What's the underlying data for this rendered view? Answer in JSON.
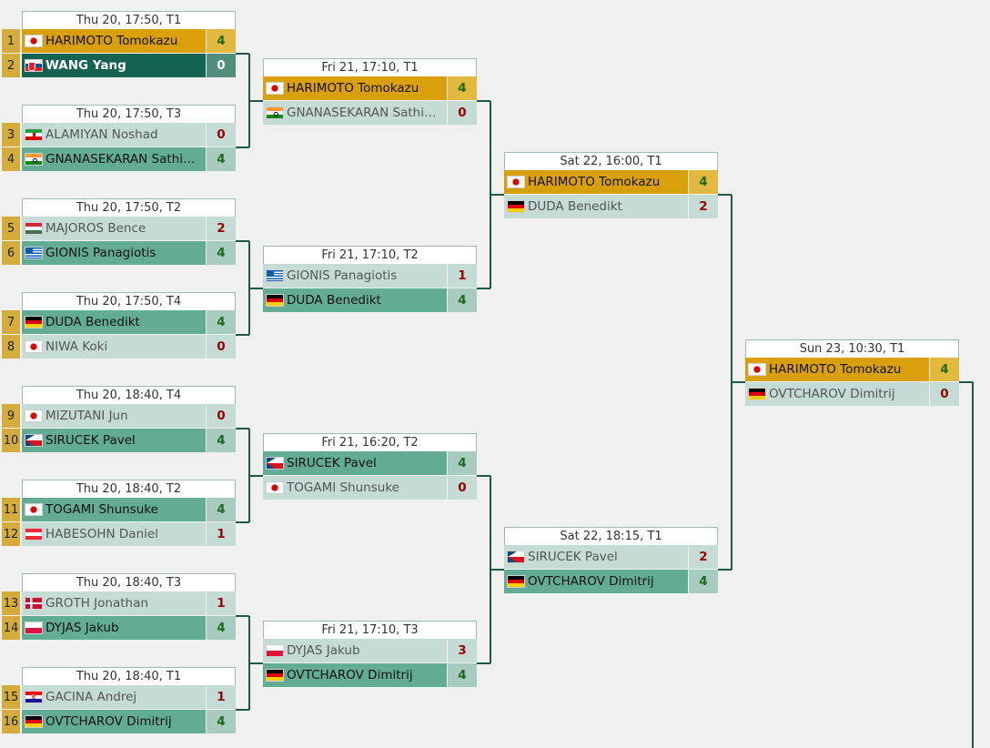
{
  "bracket": {
    "rounds": [
      {
        "matches": [
          {
            "header": "Thu 20, 17:50, T1",
            "players": [
              {
                "seed": "1",
                "flag": "jp-flag-icon",
                "name": "HARIMOTO Tomokazu",
                "score": "4",
                "style": "hl"
              },
              {
                "seed": "2",
                "flag": "sk-flag-icon",
                "name": "WANG Yang",
                "score": "0",
                "style": "dark"
              }
            ]
          },
          {
            "header": "Thu 20, 17:50, T3",
            "players": [
              {
                "seed": "3",
                "flag": "ir-flag-icon",
                "name": "ALAMIYAN Noshad",
                "score": "0",
                "style": "lose"
              },
              {
                "seed": "4",
                "flag": "in-flag-icon",
                "name": "GNANASEKARAN Sathiy…",
                "score": "4",
                "style": "win"
              }
            ]
          },
          {
            "header": "Thu 20, 17:50, T2",
            "players": [
              {
                "seed": "5",
                "flag": "hu-flag-icon",
                "name": "MAJOROS Bence",
                "score": "2",
                "style": "lose"
              },
              {
                "seed": "6",
                "flag": "gr-flag-icon",
                "name": "GIONIS Panagiotis",
                "score": "4",
                "style": "win"
              }
            ]
          },
          {
            "header": "Thu 20, 17:50, T4",
            "players": [
              {
                "seed": "7",
                "flag": "de-flag-icon",
                "name": "DUDA Benedikt",
                "score": "4",
                "style": "win"
              },
              {
                "seed": "8",
                "flag": "jp-flag-icon",
                "name": "NIWA Koki",
                "score": "0",
                "style": "lose"
              }
            ]
          },
          {
            "header": "Thu 20, 18:40, T4",
            "players": [
              {
                "seed": "9",
                "flag": "jp-flag-icon",
                "name": "MIZUTANI Jun",
                "score": "0",
                "style": "lose"
              },
              {
                "seed": "10",
                "flag": "cz-flag-icon",
                "name": "SIRUCEK Pavel",
                "score": "4",
                "style": "win"
              }
            ]
          },
          {
            "header": "Thu 20, 18:40, T2",
            "players": [
              {
                "seed": "11",
                "flag": "jp-flag-icon",
                "name": "TOGAMI Shunsuke",
                "score": "4",
                "style": "win"
              },
              {
                "seed": "12",
                "flag": "at-flag-icon",
                "name": "HABESOHN Daniel",
                "score": "1",
                "style": "lose"
              }
            ]
          },
          {
            "header": "Thu 20, 18:40, T3",
            "players": [
              {
                "seed": "13",
                "flag": "dk-flag-icon",
                "name": "GROTH Jonathan",
                "score": "1",
                "style": "lose"
              },
              {
                "seed": "14",
                "flag": "pl-flag-icon",
                "name": "DYJAS Jakub",
                "score": "4",
                "style": "win"
              }
            ]
          },
          {
            "header": "Thu 20, 18:40, T1",
            "players": [
              {
                "seed": "15",
                "flag": "hr-flag-icon",
                "name": "GACINA Andrej",
                "score": "1",
                "style": "lose"
              },
              {
                "seed": "16",
                "flag": "de-flag-icon",
                "name": "OVTCHAROV Dimitrij",
                "score": "4",
                "style": "win"
              }
            ]
          }
        ]
      },
      {
        "matches": [
          {
            "header": "Fri 21, 17:10, T1",
            "players": [
              {
                "flag": "jp-flag-icon",
                "name": "HARIMOTO Tomokazu",
                "score": "4",
                "style": "hl"
              },
              {
                "flag": "in-flag-icon",
                "name": "GNANASEKARAN Sathiy…",
                "score": "0",
                "style": "lose"
              }
            ]
          },
          {
            "header": "Fri 21, 17:10, T2",
            "players": [
              {
                "flag": "gr-flag-icon",
                "name": "GIONIS Panagiotis",
                "score": "1",
                "style": "lose"
              },
              {
                "flag": "de-flag-icon",
                "name": "DUDA Benedikt",
                "score": "4",
                "style": "win"
              }
            ]
          },
          {
            "header": "Fri 21, 16:20, T2",
            "players": [
              {
                "flag": "cz-flag-icon",
                "name": "SIRUCEK Pavel",
                "score": "4",
                "style": "win"
              },
              {
                "flag": "jp-flag-icon",
                "name": "TOGAMI Shunsuke",
                "score": "0",
                "style": "lose"
              }
            ]
          },
          {
            "header": "Fri 21, 17:10, T3",
            "players": [
              {
                "flag": "pl-flag-icon",
                "name": "DYJAS Jakub",
                "score": "3",
                "style": "lose"
              },
              {
                "flag": "de-flag-icon",
                "name": "OVTCHAROV Dimitrij",
                "score": "4",
                "style": "win"
              }
            ]
          }
        ]
      },
      {
        "matches": [
          {
            "header": "Sat 22, 16:00, T1",
            "players": [
              {
                "flag": "jp-flag-icon",
                "name": "HARIMOTO Tomokazu",
                "score": "4",
                "style": "hl"
              },
              {
                "flag": "de-flag-icon",
                "name": "DUDA Benedikt",
                "score": "2",
                "style": "lose"
              }
            ]
          },
          {
            "header": "Sat 22, 18:15, T1",
            "players": [
              {
                "flag": "cz-flag-icon",
                "name": "SIRUCEK Pavel",
                "score": "2",
                "style": "lose"
              },
              {
                "flag": "de-flag-icon",
                "name": "OVTCHAROV Dimitrij",
                "score": "4",
                "style": "win"
              }
            ]
          }
        ]
      },
      {
        "matches": [
          {
            "header": "Sun 23, 10:30, T1",
            "players": [
              {
                "flag": "jp-flag-icon",
                "name": "HARIMOTO Tomokazu",
                "score": "4",
                "style": "hl"
              },
              {
                "flag": "de-flag-icon",
                "name": "OVTCHAROV Dimitrij",
                "score": "0",
                "style": "lose"
              }
            ]
          }
        ]
      }
    ]
  },
  "colors": {
    "background": "#f0f0f0",
    "winner_row": "#62ac96",
    "loser_row": "#c5dbd6",
    "highlight_row": "#d9a00c",
    "dark_row": "#146350",
    "connector": "#1d5a4a",
    "win_score": "#1a6b1a",
    "lose_score": "#9a0000"
  }
}
